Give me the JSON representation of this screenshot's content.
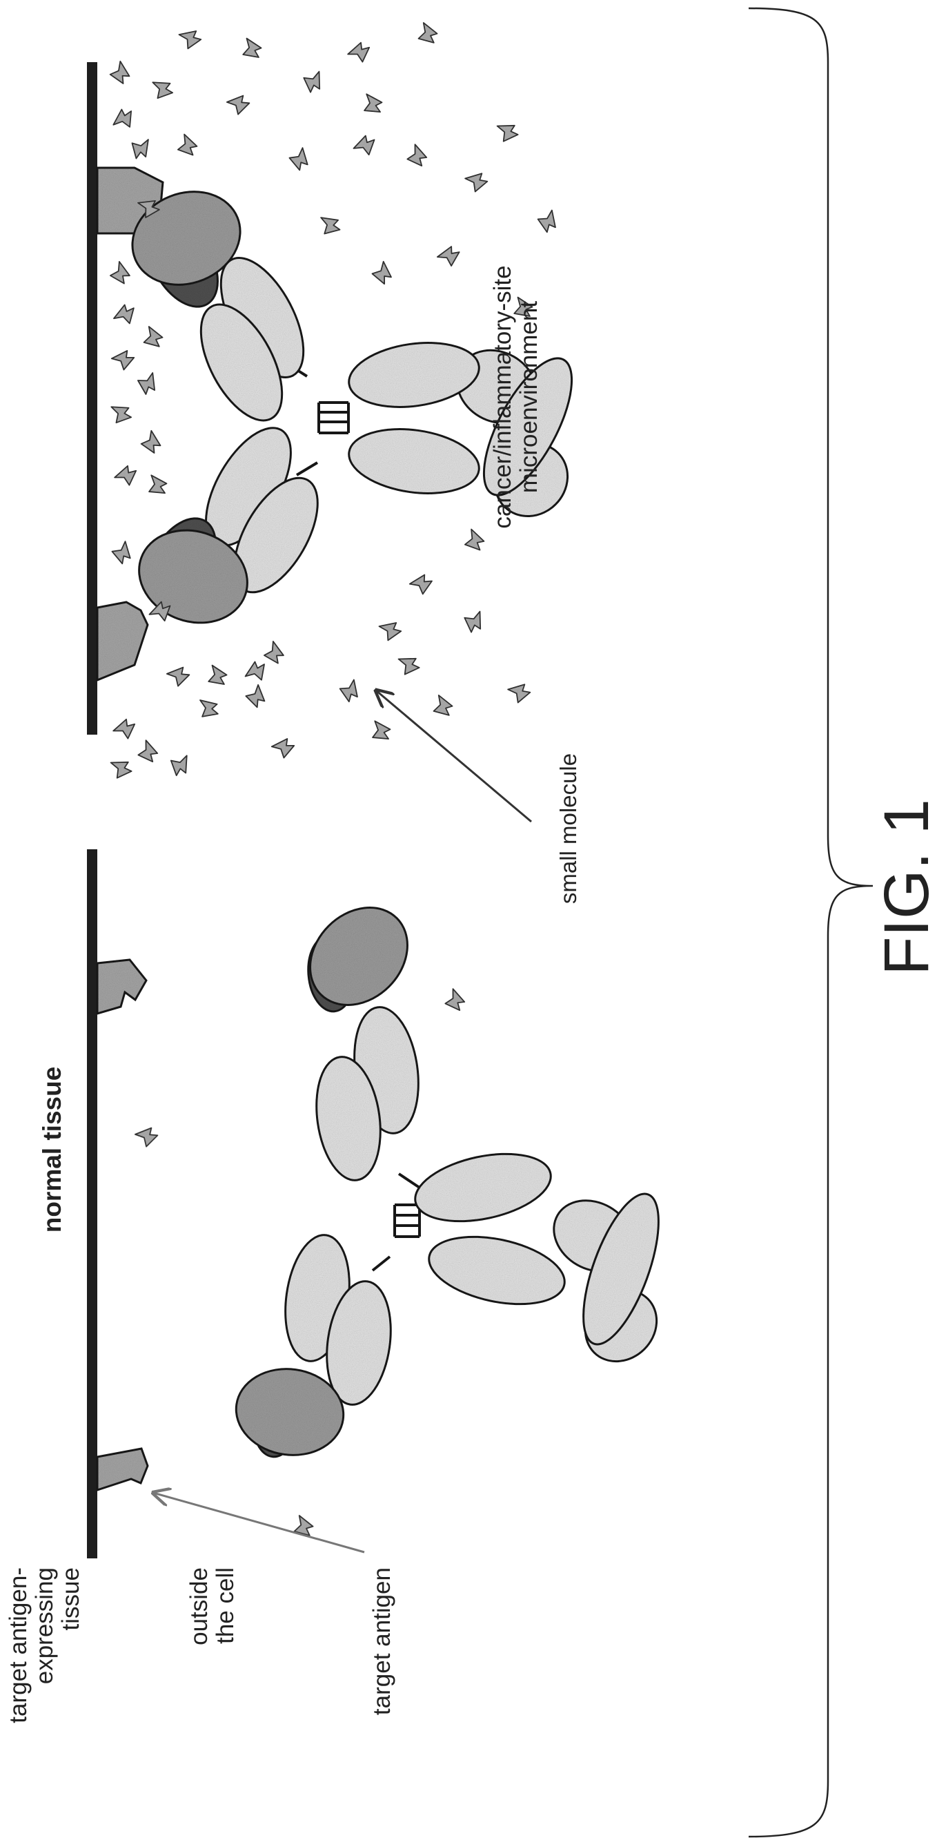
{
  "labels": {
    "tissue_line1": "target antigen-",
    "tissue_line2": "expressing",
    "tissue_line3": "tissue",
    "outside_line1": "outside",
    "outside_line2": "the cell",
    "target_antigen": "target antigen",
    "normal_tissue": "normal tissue",
    "small_molecule": "small molecule",
    "cancer_line1": "cancer/inflammatory-site",
    "cancer_line2": "microenvironment",
    "figure_caption": "FIG. 1"
  },
  "colors": {
    "membrane": "#1e1e1e",
    "antigen": "#a6a6a6",
    "constant_domain": "#e4e4e4",
    "variable_light": "#9c9c9c",
    "variable_dark": "#505050",
    "small_molecule": "#b0b0b0",
    "outline": "#1a1a1a",
    "arrow_dark": "#333333",
    "arrow_grey": "#777777"
  },
  "icons": {
    "antibody": "antibody-icon",
    "antigen": "antigen-icon",
    "small_molecule": "small-molecule-icon"
  }
}
